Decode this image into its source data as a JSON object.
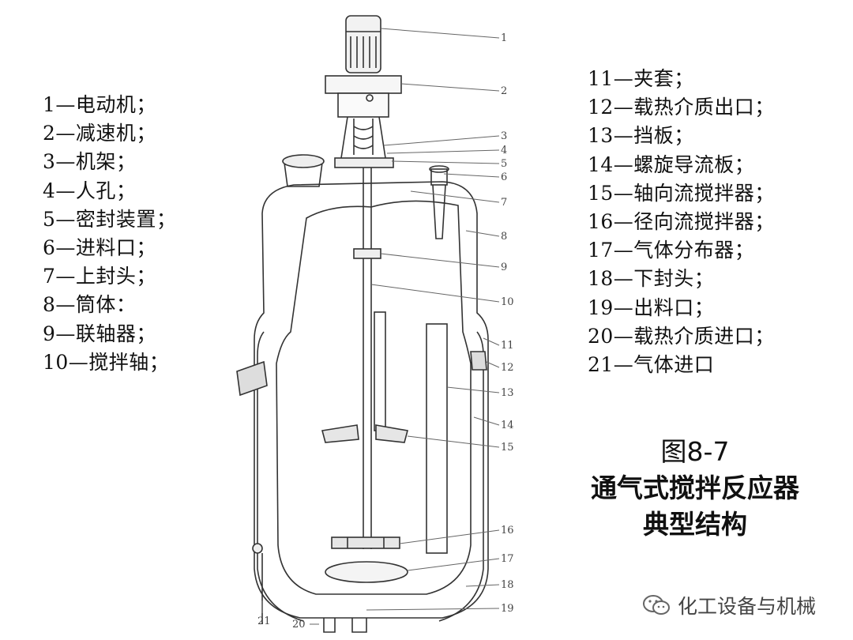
{
  "legend_left": [
    "1—电动机；",
    "2—减速机；",
    "3—机架；",
    "4—人孔；",
    "5—密封装置；",
    "6—进料口；",
    "7—上封头；",
    "8—筒体：",
    "9—联轴器；",
    "10—搅拌轴；"
  ],
  "legend_right": [
    "11—夹套；",
    "12—载热介质出口；",
    "13—挡板；",
    "14—螺旋导流板；",
    "15—轴向流搅拌器；",
    "16—径向流搅拌器；",
    "17—气体分布器；",
    "18—下封头；",
    "19—出料口；",
    "20—载热介质进口；",
    "21—气体进口"
  ],
  "caption": {
    "figure_number": "图8-7",
    "title_line1": "通气式搅拌反应器",
    "title_line2": "典型结构"
  },
  "callouts": [
    "1",
    "2",
    "3",
    "4",
    "5",
    "6",
    "7",
    "8",
    "9",
    "10",
    "11",
    "12",
    "13",
    "14",
    "15",
    "16",
    "17",
    "18",
    "19",
    "20",
    "21"
  ],
  "watermark": {
    "text": "化工设备与机械",
    "icon": "wechat-icon"
  }
}
